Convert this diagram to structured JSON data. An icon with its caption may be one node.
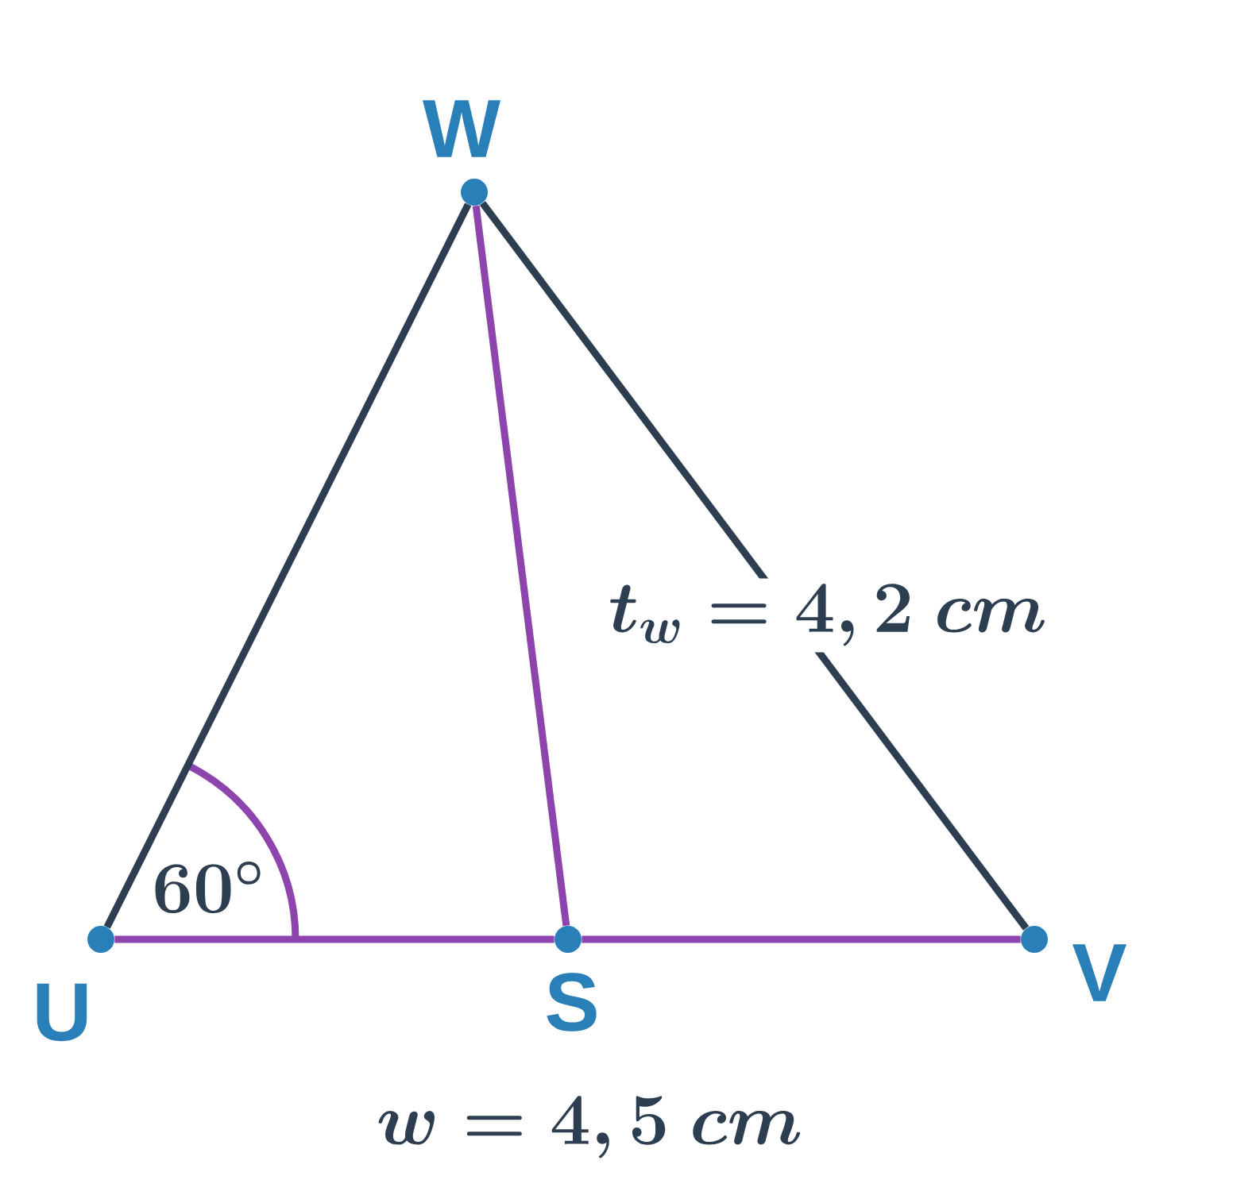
{
  "diagram": {
    "nodes": [
      {
        "text": [],
        "shape": "circle",
        "beside": [
          "U"
        ]
      },
      {
        "text": [],
        "shape": "circle",
        "beside": [
          "W"
        ]
      },
      {
        "text": [],
        "shape": "circle",
        "beside": [
          "S"
        ]
      },
      {
        "text": [],
        "shape": "circle",
        "beside": [
          "V"
        ]
      }
    ],
    "edges": [
      {
        "from": 0,
        "to": 1,
        "arrow": "none",
        "color": "#2c3e50"
      },
      {
        "from": 1,
        "to": 3,
        "arrow": "none",
        "color": "#2c3e50",
        "label": "t_w = 4,2\\ cm"
      },
      {
        "from": 1,
        "to": 2,
        "arrow": "none"
      },
      {
        "from": 0,
        "to": 2,
        "arrow": "none"
      },
      {
        "from": 2,
        "to": 3,
        "arrow": "none"
      }
    ],
    "labels": [
      "60^{\\circ}",
      "w = 4,5\\ cm"
    ]
  }
}
